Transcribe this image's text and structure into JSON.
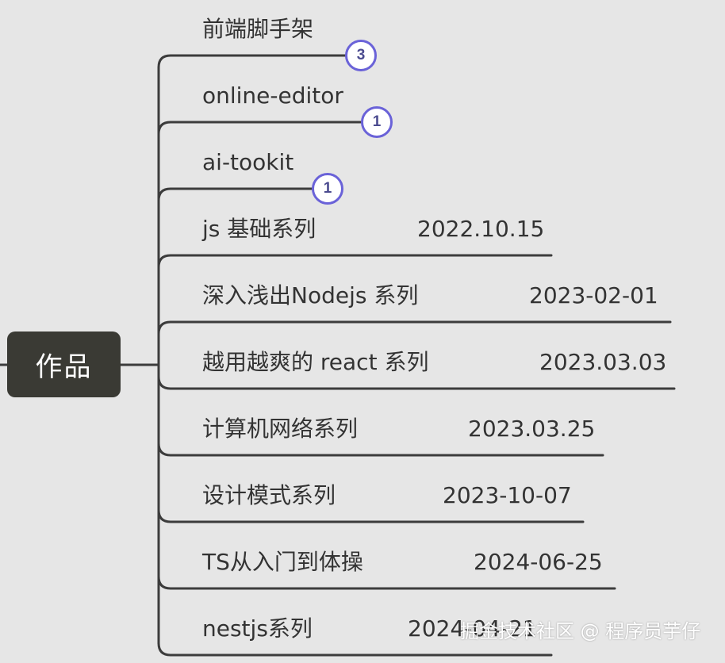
{
  "root": {
    "label": "作品"
  },
  "nodes": [
    {
      "label": "前端脚手架",
      "badge": "3"
    },
    {
      "label": "online-editor",
      "badge": "1"
    },
    {
      "label": "ai-tookit",
      "badge": "1"
    },
    {
      "label": "js 基础系列",
      "date": "2022.10.15"
    },
    {
      "label": "深入浅出Nodejs 系列",
      "date": "2023-02-01"
    },
    {
      "label": "越用越爽的 react 系列",
      "date": "2023.03.03"
    },
    {
      "label": "计算机网络系列",
      "date": "2023.03.25"
    },
    {
      "label": "设计模式系列",
      "date": "2023-10-07"
    },
    {
      "label": "TS从入门到体操",
      "date": "2024-06-25"
    },
    {
      "label": "nestjs系列",
      "date": "2024-04-21"
    }
  ],
  "watermark": "掘金技术社区 @ 程序员芋仔",
  "colors": {
    "background": "#e6e6e6",
    "root_fill": "#3a3a34",
    "line": "#3c3c3c",
    "badge_border": "#6a62d8"
  }
}
